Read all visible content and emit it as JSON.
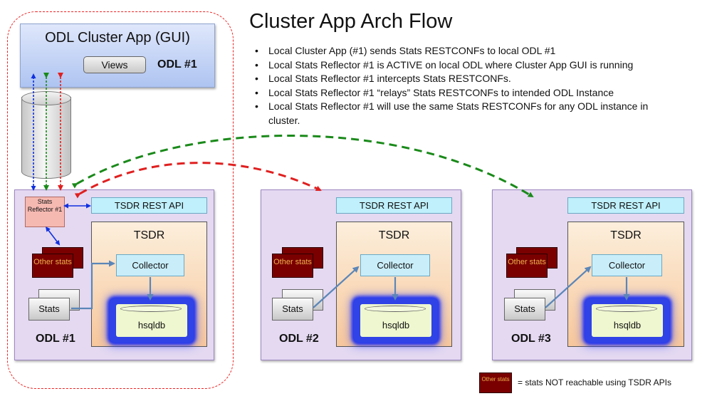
{
  "title": "Cluster App Arch Flow",
  "bullets": [
    "Local Cluster App (#1) sends Stats RESTCONFs to local ODL #1",
    "Local Stats Reflector #1 is ACTIVE on local ODL where Cluster App GUI is running",
    "Local Stats Reflector #1 intercepts Stats RESTCONFs.",
    "Local Stats Reflector #1 “relays” Stats RESTCONFs to intended ODL Instance",
    "Local Stats Reflector #1 will use the same Stats RESTCONFs for any ODL instance in cluster."
  ],
  "gui": {
    "title": "ODL Cluster App (GUI)",
    "views_label": "Views",
    "odl_label": "ODL #1"
  },
  "reflector_label": "Stats Reflector #1",
  "nodes": [
    {
      "label": "ODL #1",
      "rest_api": "TSDR REST API",
      "tsdr": "TSDR",
      "collector": "Collector",
      "db": "hsqldb",
      "stats": "Stats",
      "other_stats": "Other stats"
    },
    {
      "label": "ODL #2",
      "rest_api": "TSDR REST API",
      "tsdr": "TSDR",
      "collector": "Collector",
      "db": "hsqldb",
      "stats": "Stats",
      "other_stats": "Other stats"
    },
    {
      "label": "ODL #3",
      "rest_api": "TSDR REST API",
      "tsdr": "TSDR",
      "collector": "Collector",
      "db": "hsqldb",
      "stats": "Stats",
      "other_stats": "Other stats"
    }
  ],
  "legend": {
    "swatch": "Other stats",
    "text": "= stats NOT reachable using TSDR APIs"
  },
  "colors": {
    "red_flow": "#e02020",
    "green_flow": "#1a8a1a",
    "blue_flow": "#1030e0",
    "link": "#5b86b8"
  }
}
